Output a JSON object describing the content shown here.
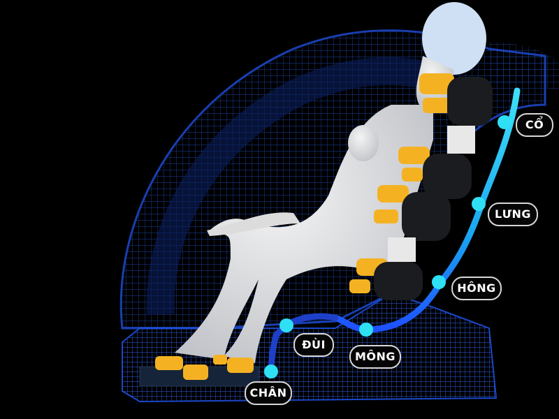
{
  "title": "Massage chair body zones",
  "colors": {
    "background": "#000000",
    "chair_mesh": "#1f4fd8",
    "track_light": "#2fd3f5",
    "track_dark": "#1e5bff",
    "roller": "#f4b223",
    "body": "#e6e6e6",
    "label_border": "#d8d8d8"
  },
  "zones": [
    {
      "id": "co",
      "label": "CỔ"
    },
    {
      "id": "lung",
      "label": "LƯNG"
    },
    {
      "id": "hong",
      "label": "HÔNG"
    },
    {
      "id": "mong",
      "label": "MÔNG"
    },
    {
      "id": "dui",
      "label": "ĐÙI"
    },
    {
      "id": "chan",
      "label": "CHÂN"
    }
  ]
}
